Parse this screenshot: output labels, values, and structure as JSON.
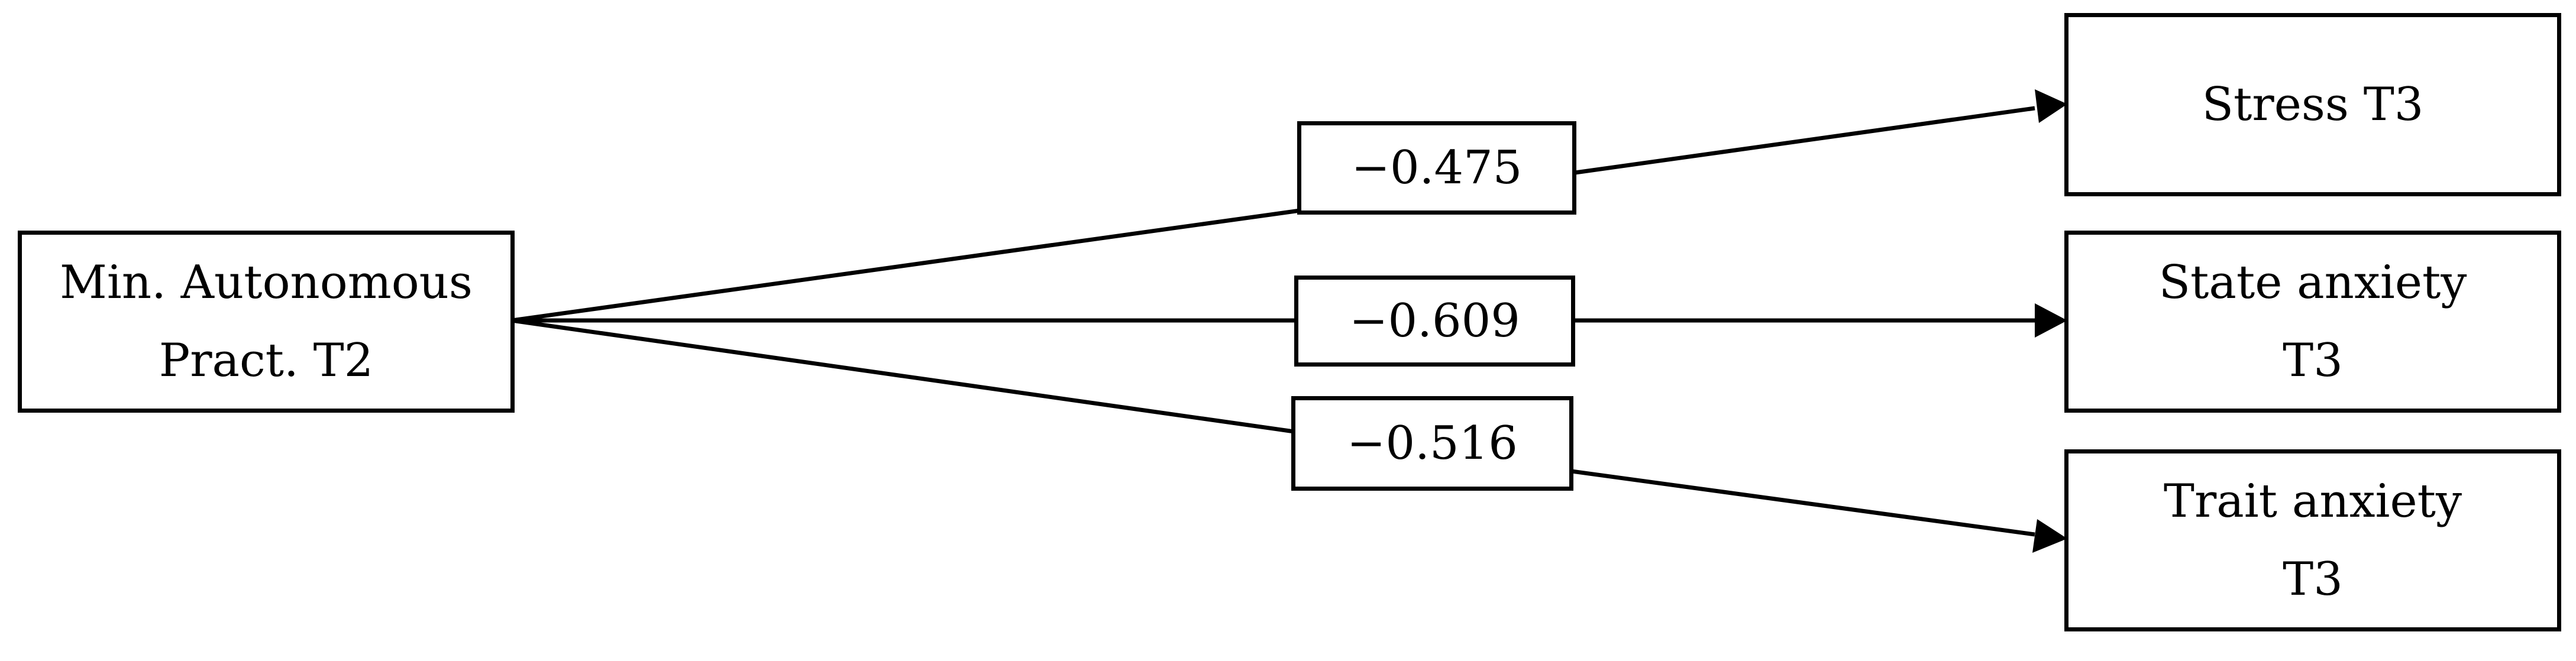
{
  "predictor": {
    "line1": "Min. Autonomous",
    "line2": "Pract. T2"
  },
  "outcomes": [
    {
      "line1": "Stress T3",
      "line2": ""
    },
    {
      "line1": "State anxiety",
      "line2": "T3"
    },
    {
      "line1": "Trait anxiety",
      "line2": "T3"
    }
  ],
  "paths": [
    {
      "from": "predictor",
      "to": "Stress T3",
      "coefficient": "−0.475"
    },
    {
      "from": "predictor",
      "to": "State anxiety T3",
      "coefficient": "−0.609"
    },
    {
      "from": "predictor",
      "to": "Trait anxiety T3",
      "coefficient": "−0.516"
    }
  ],
  "colors": {
    "stroke": "#000000",
    "background": "#ffffff"
  }
}
